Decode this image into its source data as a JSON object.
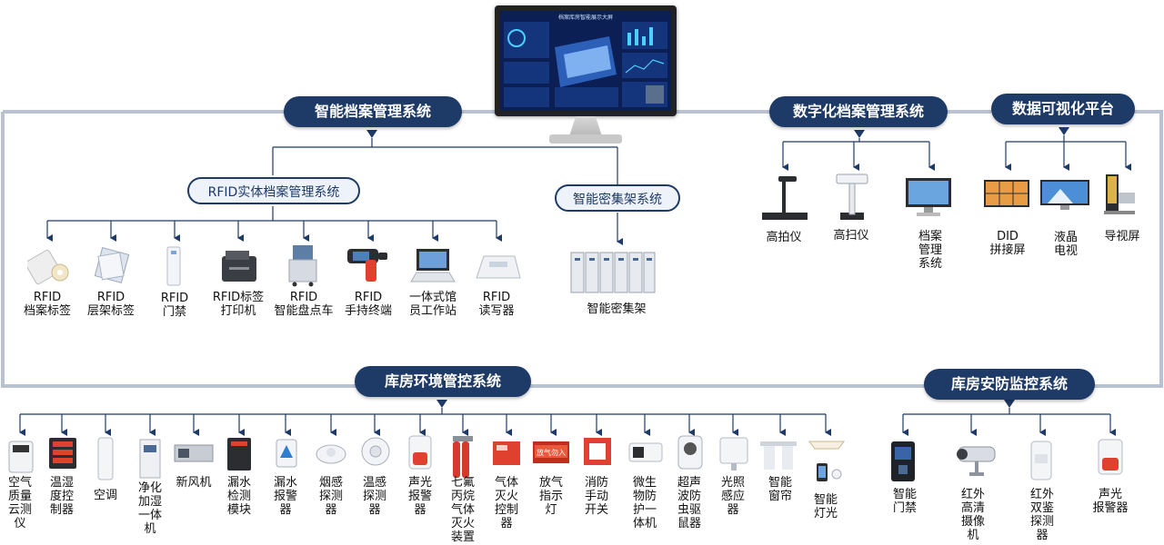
{
  "monitor": {
    "title": "档案库房智能展示大屏"
  },
  "systems": {
    "smart_archive": "智能档案管理系统",
    "digital_archive": "数字化档案管理系统",
    "data_viz": "数据可视化平台",
    "env_control": "库房环境管控系统",
    "security": "库房安防监控系统"
  },
  "subsystems": {
    "rfid": "RFID实体档案管理系统",
    "shelf": "智能密集架系统"
  },
  "rfid_devices": [
    {
      "l1": "RFID",
      "l2": "档案标签",
      "icon": "tag-roll-icon"
    },
    {
      "l1": "RFID",
      "l2": "层架标签",
      "icon": "tag-pack-icon"
    },
    {
      "l1": "RFID",
      "l2": "门禁",
      "icon": "gate-icon"
    },
    {
      "l1": "RFID标签",
      "l2": "打印机",
      "icon": "printer-icon"
    },
    {
      "l1": "RFID",
      "l2": "智能盘点车",
      "icon": "cart-icon"
    },
    {
      "l1": "RFID",
      "l2": "手持终端",
      "icon": "handheld-icon"
    },
    {
      "l1": "一体式馆",
      "l2": "员工作站",
      "icon": "workstation-icon"
    },
    {
      "l1": "RFID",
      "l2": "读写器",
      "icon": "reader-icon"
    }
  ],
  "shelf_device": {
    "label": "智能密集架",
    "icon": "shelf-icon"
  },
  "digital_devices": [
    {
      "l1": "高拍仪",
      "l2": "",
      "l3": "",
      "icon": "document-camera-icon"
    },
    {
      "l1": "高扫仪",
      "l2": "",
      "l3": "",
      "icon": "scanner-icon"
    },
    {
      "l1": "档案",
      "l2": "管理",
      "l3": "系统",
      "icon": "monitor-icon"
    }
  ],
  "viz_devices": [
    {
      "l1": "DID",
      "l2": "拼接屏",
      "icon": "video-wall-icon"
    },
    {
      "l1": "液晶",
      "l2": "电视",
      "icon": "tv-icon"
    },
    {
      "l1": "导视屏",
      "l2": "",
      "icon": "kiosk-icon"
    }
  ],
  "env_devices": [
    {
      "lines": [
        "空气",
        "质量",
        "云测",
        "仪"
      ],
      "icon": "air-quality-icon"
    },
    {
      "lines": [
        "温湿",
        "度控",
        "制器"
      ],
      "icon": "thermostat-icon"
    },
    {
      "lines": [
        "空调"
      ],
      "icon": "air-conditioner-icon"
    },
    {
      "lines": [
        "净化",
        "加湿",
        "一体",
        "机"
      ],
      "icon": "purifier-icon"
    },
    {
      "lines": [
        "新风机"
      ],
      "icon": "ventilator-icon"
    },
    {
      "lines": [
        "漏水",
        "检测",
        "模块"
      ],
      "icon": "leak-module-icon"
    },
    {
      "lines": [
        "漏水",
        "报警",
        "器"
      ],
      "icon": "leak-alarm-icon"
    },
    {
      "lines": [
        "烟感",
        "探测",
        "器"
      ],
      "icon": "smoke-detector-icon"
    },
    {
      "lines": [
        "温感",
        "探测",
        "器"
      ],
      "icon": "heat-detector-icon"
    },
    {
      "lines": [
        "声光",
        "报警",
        "器"
      ],
      "icon": "siren-icon"
    },
    {
      "lines": [
        "七氟",
        "丙烷",
        "气体",
        "灭火",
        "装置"
      ],
      "icon": "gas-extinguisher-icon"
    },
    {
      "lines": [
        "气体",
        "灭火",
        "控制",
        "器"
      ],
      "icon": "fire-control-icon"
    },
    {
      "lines": [
        "放气",
        "指示",
        "灯"
      ],
      "icon": "release-light-icon"
    },
    {
      "lines": [
        "消防",
        "手动",
        "开关"
      ],
      "icon": "manual-switch-icon"
    },
    {
      "lines": [
        "微生",
        "物防",
        "护一",
        "体机"
      ],
      "icon": "microbe-icon"
    },
    {
      "lines": [
        "超声",
        "波防",
        "虫驱",
        "鼠器"
      ],
      "icon": "ultrasonic-icon"
    },
    {
      "lines": [
        "光照",
        "感应",
        "器"
      ],
      "icon": "light-sensor-icon"
    },
    {
      "lines": [
        "智能",
        "窗帘"
      ],
      "icon": "curtain-icon"
    },
    {
      "lines": [
        "智能",
        "灯光"
      ],
      "icon": "smart-light-icon"
    }
  ],
  "security_devices": [
    {
      "lines": [
        "智能",
        "门禁"
      ],
      "icon": "access-control-icon"
    },
    {
      "lines": [
        "红外",
        "高清",
        "摄像",
        "机"
      ],
      "icon": "camera-icon"
    },
    {
      "lines": [
        "红外",
        "双鉴",
        "探测",
        "器"
      ],
      "icon": "pir-detector-icon"
    },
    {
      "lines": [
        "声光",
        "报警器"
      ],
      "icon": "security-siren-icon"
    }
  ]
}
